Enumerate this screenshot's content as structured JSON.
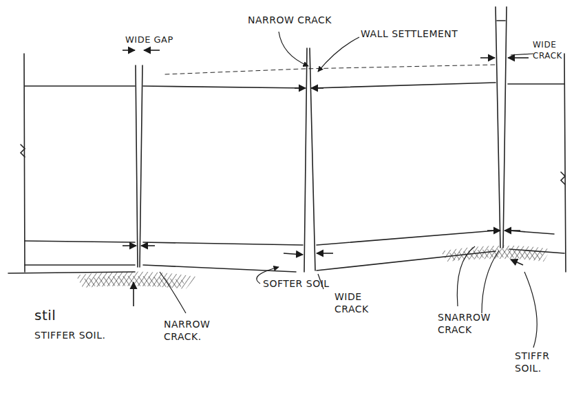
{
  "diagram": {
    "labels": [
      "WIDE GAP",
      "NARROW CRACK",
      "WALL SETTLEMENT",
      "WIDE CRACK",
      "stil",
      "STIFFER SOIL.",
      "NARROW CRACK.",
      "SOFTER SOIL",
      "WIDE CRACK",
      "SNARROW CRACK",
      "STIFFR SOIL."
    ]
  }
}
